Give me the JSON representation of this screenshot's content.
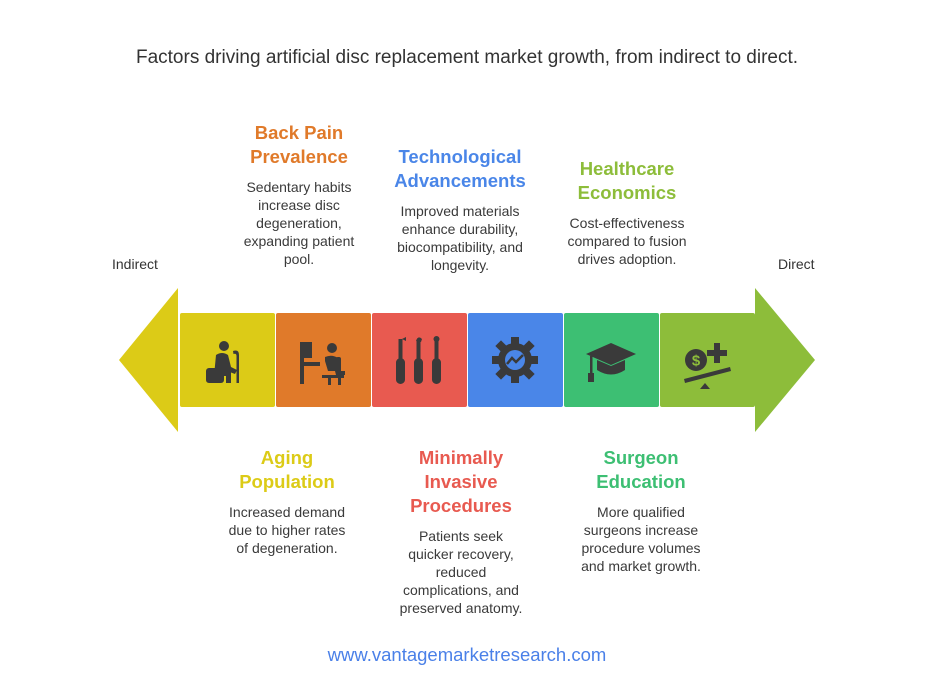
{
  "title": "Factors driving artificial disc replacement market growth, from indirect to direct.",
  "axis": {
    "left_label": "Indirect",
    "right_label": "Direct"
  },
  "colors": {
    "aging": "#dccb17",
    "back_pain": "#e07a2a",
    "minimally_invasive": "#e85a50",
    "technological": "#4a86e8",
    "surgeon": "#3dbf73",
    "healthcare": "#8dbd3a",
    "link": "#4a80e8"
  },
  "factors": {
    "aging": {
      "title_line1": "Aging",
      "title_line2": "Population",
      "desc_lines": [
        "Increased demand",
        "due to higher rates",
        "of degeneration."
      ],
      "icon": "elderly-with-cane-icon"
    },
    "back_pain": {
      "title_line1": "Back Pain",
      "title_line2": "Prevalence",
      "desc_lines": [
        "Sedentary habits",
        "increase disc",
        "degeneration,",
        "expanding patient",
        "pool."
      ],
      "icon": "desk-worker-icon"
    },
    "minimally_invasive": {
      "title_line1": "Minimally",
      "title_line2": "Invasive",
      "title_line3": "Procedures",
      "desc_lines": [
        "Patients seek",
        "quicker recovery,",
        "reduced",
        "complications, and",
        "preserved anatomy."
      ],
      "icon": "surgical-tools-icon"
    },
    "technological": {
      "title_line1": "Technological",
      "title_line2": "Advancements",
      "desc_lines": [
        "Improved materials",
        "enhance durability,",
        "biocompatibility, and",
        "longevity."
      ],
      "icon": "gear-chart-icon"
    },
    "surgeon": {
      "title_line1": "Surgeon",
      "title_line2": "Education",
      "desc_lines": [
        "More qualified",
        "surgeons increase",
        "procedure volumes",
        "and market growth."
      ],
      "icon": "graduation-cap-icon"
    },
    "healthcare": {
      "title_line1": "Healthcare",
      "title_line2": "Economics",
      "desc_lines": [
        "Cost-effectiveness",
        "compared to fusion",
        "drives adoption."
      ],
      "icon": "cost-balance-icon"
    }
  },
  "footer": "www.vantagemarketresearch.com"
}
